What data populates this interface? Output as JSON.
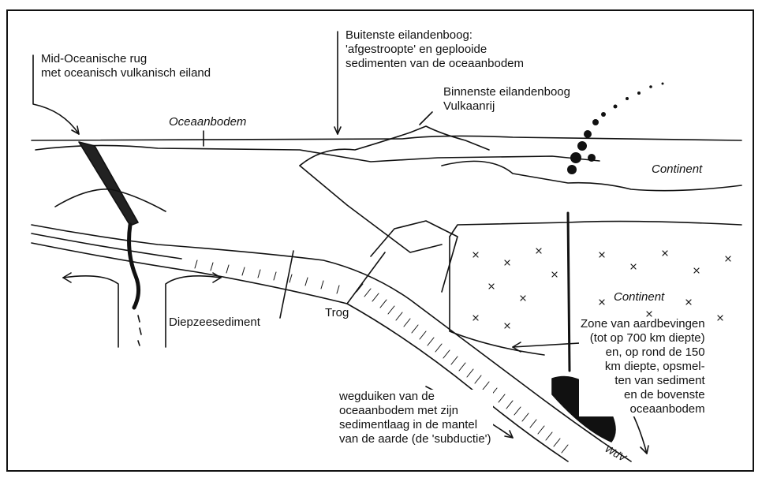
{
  "labels": {
    "mid_ridge": [
      "Mid-Oceanische rug",
      "met oceanisch vulkanisch eiland"
    ],
    "ocean_floor": "Oceaanbodem",
    "outer_arc": [
      "Buitenste eilandenboog:",
      "'afgestroopte' en geplooide",
      "sedimenten van de oceaanbodem"
    ],
    "inner_arc": [
      "Binnenste eilandenboog",
      "Vulkaanrij"
    ],
    "continent_surface": "Continent",
    "continent_crust": "Continent",
    "deep_sea_sediment": "Diepzeesediment",
    "trench": "Trog",
    "earthquake_zone": [
      "Zone van aardbevingen",
      "(tot op 700 km diepte)",
      "en, op rond de 150",
      "km  diepte, opsmel-",
      "ten van sediment",
      "en de bovenste",
      "oceaanbodem"
    ],
    "subduction": [
      "wegduiken van de",
      "oceaanbodem met zijn",
      "sedimentlaag in de mantel",
      "van de aarde (de 'subductie')"
    ],
    "signature": "WdV"
  }
}
